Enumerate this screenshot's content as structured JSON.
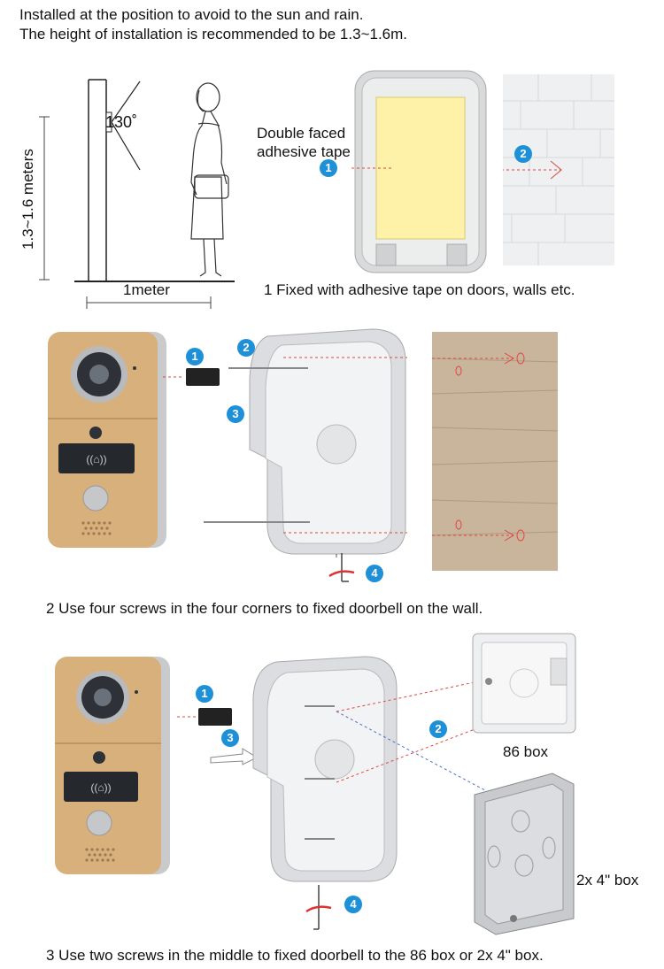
{
  "header": {
    "line1": "Installed at the position to avoid to the sun and rain.",
    "line2": "The height of installation is recommended to be 1.3~1.6m."
  },
  "section1": {
    "angle_label": "130˚",
    "height_label": "1.3~1.6 meters",
    "distance_label": "1meter",
    "tape_label_line1": "Double faced",
    "tape_label_line2": "adhesive tape",
    "badge1": "1",
    "badge2": "2",
    "caption": "1 Fixed with adhesive tape on doors, walls etc."
  },
  "section2": {
    "badge1": "1",
    "badge2": "2",
    "badge3": "3",
    "badge4": "4",
    "caption": "2  Use four screws in the four corners to fixed doorbell on the wall."
  },
  "section3": {
    "badge1": "1",
    "badge2": "2",
    "badge3": "3",
    "badge4": "4",
    "box86_label": "86 box",
    "box2x4_label": "2x 4\" box",
    "caption": "3 Use two screws in the middle to fixed doorbell to the 86 box or 2x 4\" box."
  },
  "colors": {
    "badge": "#1e90d8",
    "doorbell_gold": "#d8b07c",
    "arrow_red": "#e0473f",
    "arrow_blue": "#4a6fd0"
  }
}
